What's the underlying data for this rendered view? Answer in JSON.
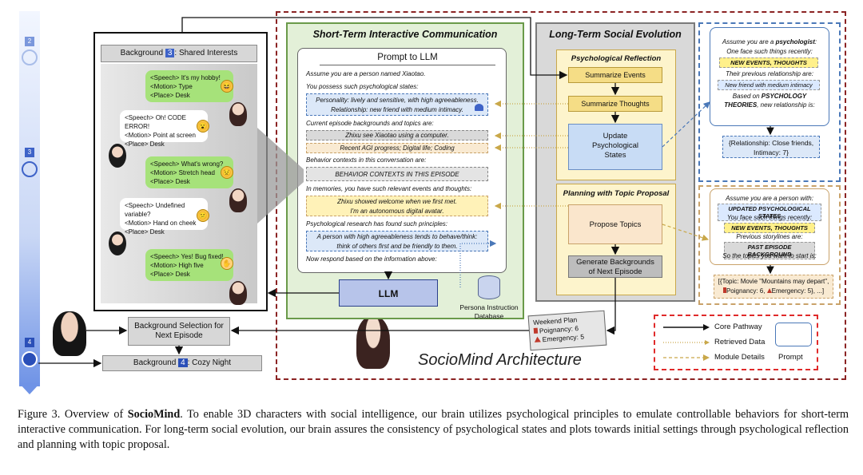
{
  "timeline": {
    "marker_top": "2",
    "marker_mid": "3",
    "marker_bottom": "4"
  },
  "left_panel": {
    "title_prefix": "Background",
    "title_num": "3",
    "title_suffix": ": Shared Interests",
    "bubbles": [
      {
        "l1": "<Speech> It's my hobby!",
        "l2": "<Motion> Type",
        "l3": "<Place> Desk",
        "emoji": "😆"
      },
      {
        "l1": "<Speech> Oh! CODE ERROR!",
        "l2": "<Motion> Point at screen",
        "l3": "<Place> Desk",
        "emoji": "😮"
      },
      {
        "l1": "<Speech> What's wrong?",
        "l2": "<Motion> Stretch head",
        "l3": "<Place> Desk",
        "emoji": "😟"
      },
      {
        "l1": "<Speech> Undefined variable?",
        "l2": "<Motion> Hand on cheek",
        "l3": "<Place> Desk",
        "emoji": "😕"
      },
      {
        "l1": "<Speech> Yes! Bug fixed!",
        "l2": "<Motion> High five",
        "l3": "<Place> Desk",
        "emoji": "✋"
      }
    ]
  },
  "bottom_left": {
    "selection": "Background Selection for Next Episode",
    "next_prefix": "Background",
    "next_num": "4",
    "next_suffix": ": Cozy Night"
  },
  "short_term": {
    "title": "Short-Term Interactive Communication",
    "prompt_title": "Prompt to LLM",
    "l1": "Assume you are a person named Xiaotao.",
    "l2": "You possess such psychological states:",
    "psy1": "Personality: lively and sensitive, with high agreeableness.",
    "psy2": "Relationship: new friend with medium intimacy.",
    "l3": "Current episode backgrounds and topics are:",
    "bg1": "Zhixu see Xiaotao using a computer.",
    "bg2": "Recent AGI progress; Digital life; Coding",
    "l4": "Behavior contexts in this conversation are:",
    "ctx": "BEHAVIOR CONTEXTS IN THIS EPISODE",
    "l5": "In memories, you have such relevant events and thoughts:",
    "mem1": "Zhixu showed welcome when we first met.",
    "mem2": "I'm an autonomous digital avatar.",
    "l6": "Psychological research has found such principles:",
    "pr1": "A person with high agreeableness tends to behave/think:",
    "pr2": "think of others first and be friendly to them.",
    "l7": "Now respond based on the information above:",
    "llm": "LLM",
    "db1": "Persona Instruction",
    "db2": "Database"
  },
  "long_term": {
    "title": "Long-Term Social Evolution",
    "reflection_title": "Psychological Reflection",
    "summ_events": "Summarize Events",
    "summ_thoughts": "Summarize Thoughts",
    "update1": "Update",
    "update2": "Psychological",
    "update3": "States",
    "planning_title": "Planning with Topic Proposal",
    "propose": "Propose Topics",
    "gen1": "Generate Backgrounds",
    "gen2": "of Next Episode"
  },
  "weekend": {
    "title": "Weekend Plan",
    "poignancy": "Poignancy: 6",
    "emergency": "Emergency: 5"
  },
  "arch_title": "SocioMind Architecture",
  "psych_prompt": {
    "l1a": "Assume you are a",
    "l1b": "psychologist",
    "l2": "One face such things recently:",
    "tag1": "NEW EVENTS, THOUGHTS",
    "l3": "Their previous relationship are:",
    "tag2": "New friend with medium intimacy",
    "l4a": "Based on",
    "l4b": "PSYCHOLOGY",
    "l5a": "THEORIES",
    "l5b": ", new relationship is:",
    "result1": "{Relationship: Close friends,",
    "result2": "Intimacy: 7}"
  },
  "topic_prompt": {
    "l1": "Assume you are a person with:",
    "tag1": "UPDATED PSYCHOLOGICAL STATES",
    "l2": "You face such things recently:",
    "tag2": "NEW EVENTS, THOUGHTS",
    "l3": "Previous storylines are:",
    "tag3": "PAST EPISODE BACKGROUND",
    "l4": "So the topics you want to start is:",
    "result1": "[{Topic: Movie \"Mountains may depart\",",
    "result2": "Poignancy: 6,",
    "result3": "Emergency: 5}, ...]"
  },
  "legend": {
    "core": "Core Pathway",
    "retrieved": "Retrieved Data",
    "module": "Module Details",
    "prompt": "Prompt"
  },
  "caption": {
    "fig": "Figure 3. Overview of ",
    "name": "SocioMind",
    "rest": ". To enable 3D characters with social intelligence, our brain utilizes psychological principles to emulate controllable behaviors for short-term interactive communication. For long-term social evolution, our brain assures the consistency of psychological states and plots towards initial settings through psychological reflection and planning with topic proposal."
  },
  "colors": {
    "green_bg": "#e3f0d8",
    "grey_bg": "#d9d9d9",
    "yellow_bg": "#fdf4cc",
    "dark_red": "#8b2323",
    "blue_strip": "#4a6fd6"
  }
}
